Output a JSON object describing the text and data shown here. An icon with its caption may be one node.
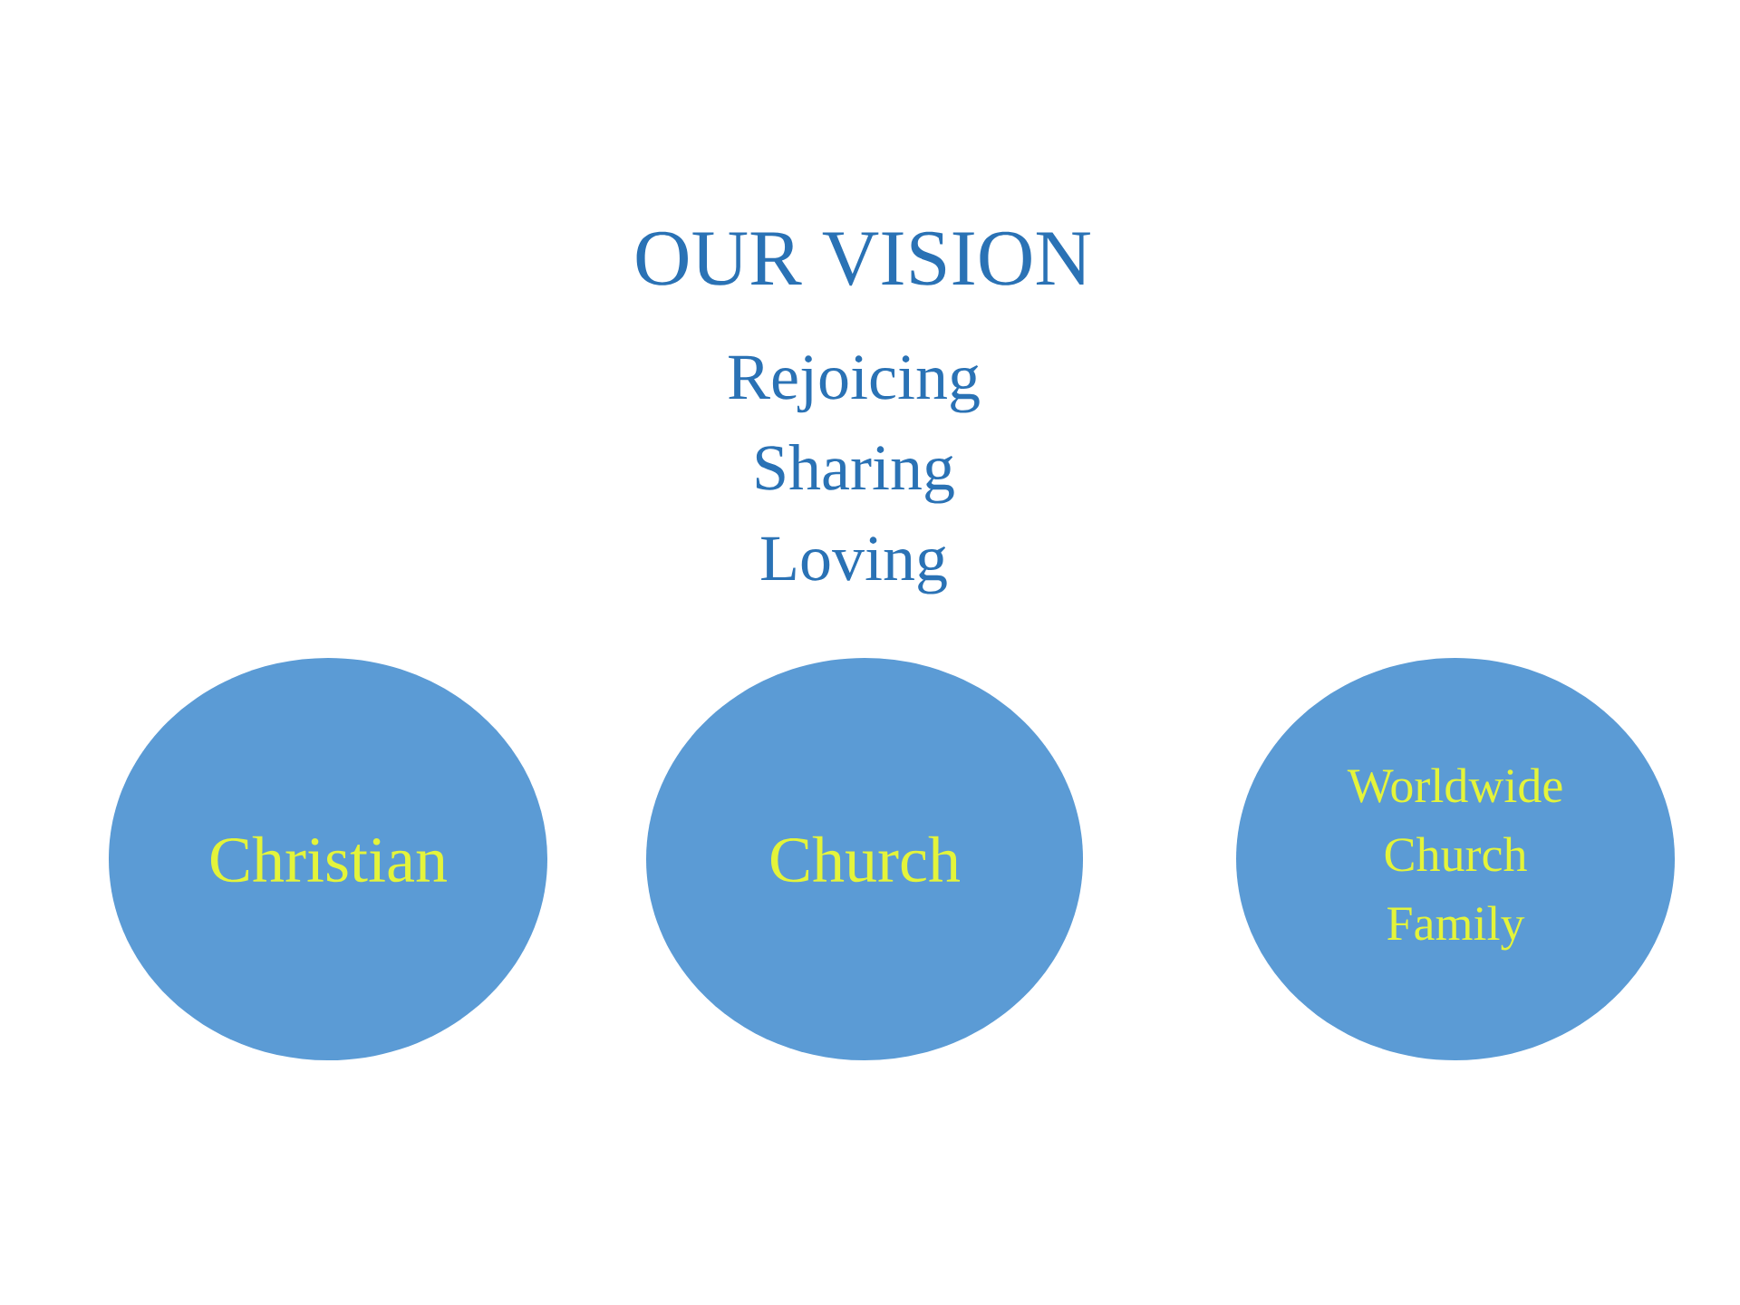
{
  "diagram": {
    "title": "OUR VISION",
    "nodes": [
      {
        "text": [
          "Christian"
        ]
      },
      {
        "text": [
          "Church"
        ]
      },
      {
        "text": [
          "Worldwide Church Family"
        ]
      }
    ],
    "labels": [
      "Rejoicing",
      "Sharing",
      "Loving"
    ]
  }
}
